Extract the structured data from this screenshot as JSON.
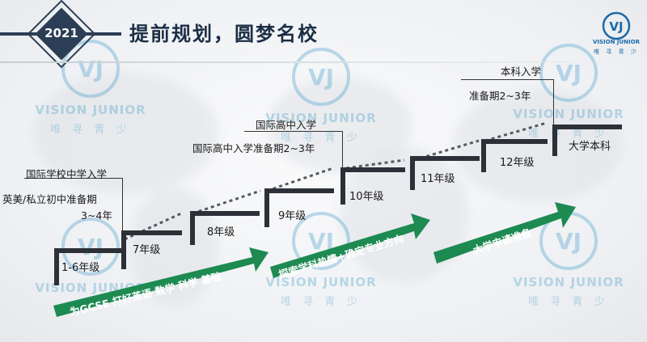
{
  "header": {
    "year": "2021",
    "title": "提前规划，圆梦名校"
  },
  "brand": {
    "name_en": "VISION JUNIOR",
    "name_cn": "唯 寻 青 少",
    "logo_mark": "VJ",
    "color": "#1d6aa8"
  },
  "milestones": {
    "intl_middle_entry": "国际学校中学入学",
    "uk_us_prep_1": "英美/私立初中准备期",
    "uk_us_prep_2": "3~4年",
    "intl_high_entry": "国际高中入学",
    "intl_high_prep": "国际高中入学准备期2~3年",
    "undergrad_entry": "本科入学",
    "undergrad_prep": "准备期2~3年"
  },
  "grades": {
    "g1_6": "1-6年级",
    "g7": "7年级",
    "g8": "8年级",
    "g9": "9年级",
    "g10": "10年级",
    "g11": "11年级",
    "g12": "12年级",
    "uni": "大学本科"
  },
  "arrows": {
    "a1": "为GCSE 打好英语 数学 科学 基础",
    "a2": "探索学科热情+确定专业方向",
    "a3": "大学申请准备",
    "color": "#1d8a52"
  },
  "colors": {
    "step": "#2d3137",
    "dash": "#555a60",
    "navy": "#2c3e55"
  }
}
